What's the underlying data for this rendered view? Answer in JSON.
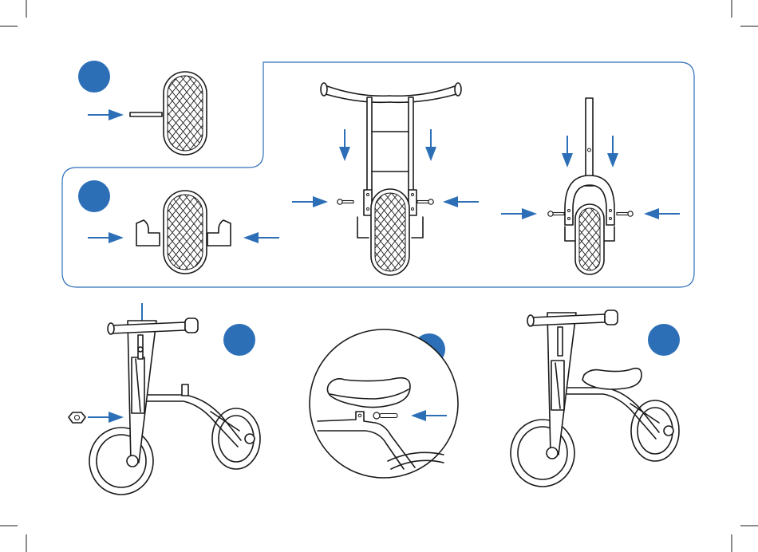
{
  "colors": {
    "accent": "#2c6fb7",
    "line": "#1a1a1a",
    "background": "#ffffff"
  },
  "steps": [
    {
      "id": "tire-axle",
      "number": ""
    },
    {
      "id": "fork-brackets",
      "number": ""
    },
    {
      "id": "handlebar-pin",
      "number": ""
    },
    {
      "id": "seat-pin",
      "number": ""
    },
    {
      "id": "complete-bike",
      "number": ""
    }
  ],
  "icons": [
    "arrow-right-icon",
    "arrow-left-icon",
    "arrow-down-icon",
    "nut-icon",
    "bolt-icon"
  ]
}
